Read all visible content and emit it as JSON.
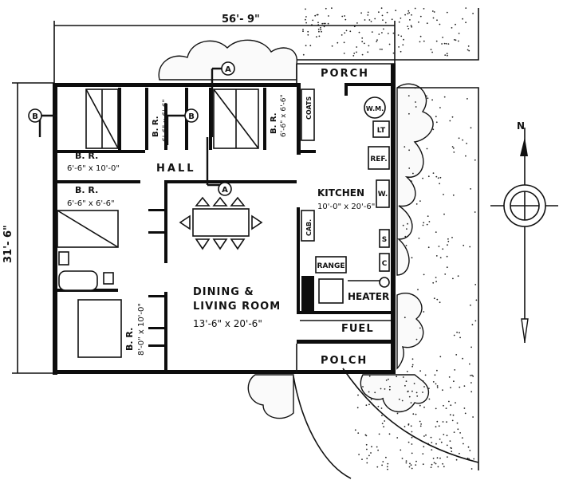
{
  "dimensions": {
    "overall_width": "56'- 9\"",
    "overall_depth": "31'- 6\""
  },
  "rooms": {
    "porch_top": "PORCH",
    "porch_bottom": "POLCH",
    "kitchen": {
      "name": "KITCHEN",
      "size": "10'-0\" x 20'-6\""
    },
    "hall": "HALL",
    "dining_living": {
      "name_line1": "DINING &",
      "name_line2": "LIVING ROOM",
      "size": "13'-6\" x 20'-6\""
    },
    "bedroom_left_top": {
      "name": "B. R.",
      "size": "6'-6\" x 10'-0\""
    },
    "bedroom_left_mid": {
      "name": "B. R.",
      "size": "6'-6\" x 6'-6\""
    },
    "bedroom_top_a": {
      "name": "B. R.",
      "size": "6'-6\" x 6'-6\""
    },
    "bedroom_top_b": {
      "name": "B. R.",
      "size": "6'-6\" x 6'-6\""
    },
    "bedroom_bottom": {
      "name": "B. R.",
      "size": "8'-0\" x 10'-0\""
    },
    "fuel": "FUEL",
    "heater": "HEATER"
  },
  "fixtures": {
    "coats": "COATS",
    "washing_machine": "W.M.",
    "laundry_tub": "LT",
    "refrigerator": "REF.",
    "kitchen_cab": "CAB.",
    "range": "RANGE",
    "w_cabinet": "W.",
    "sink": "S",
    "counter": "C"
  },
  "section_markers": [
    "A",
    "A",
    "B",
    "B"
  ],
  "compass": {
    "north": "N"
  },
  "colors": {
    "ink": "#111111",
    "paper": "#ffffff"
  }
}
